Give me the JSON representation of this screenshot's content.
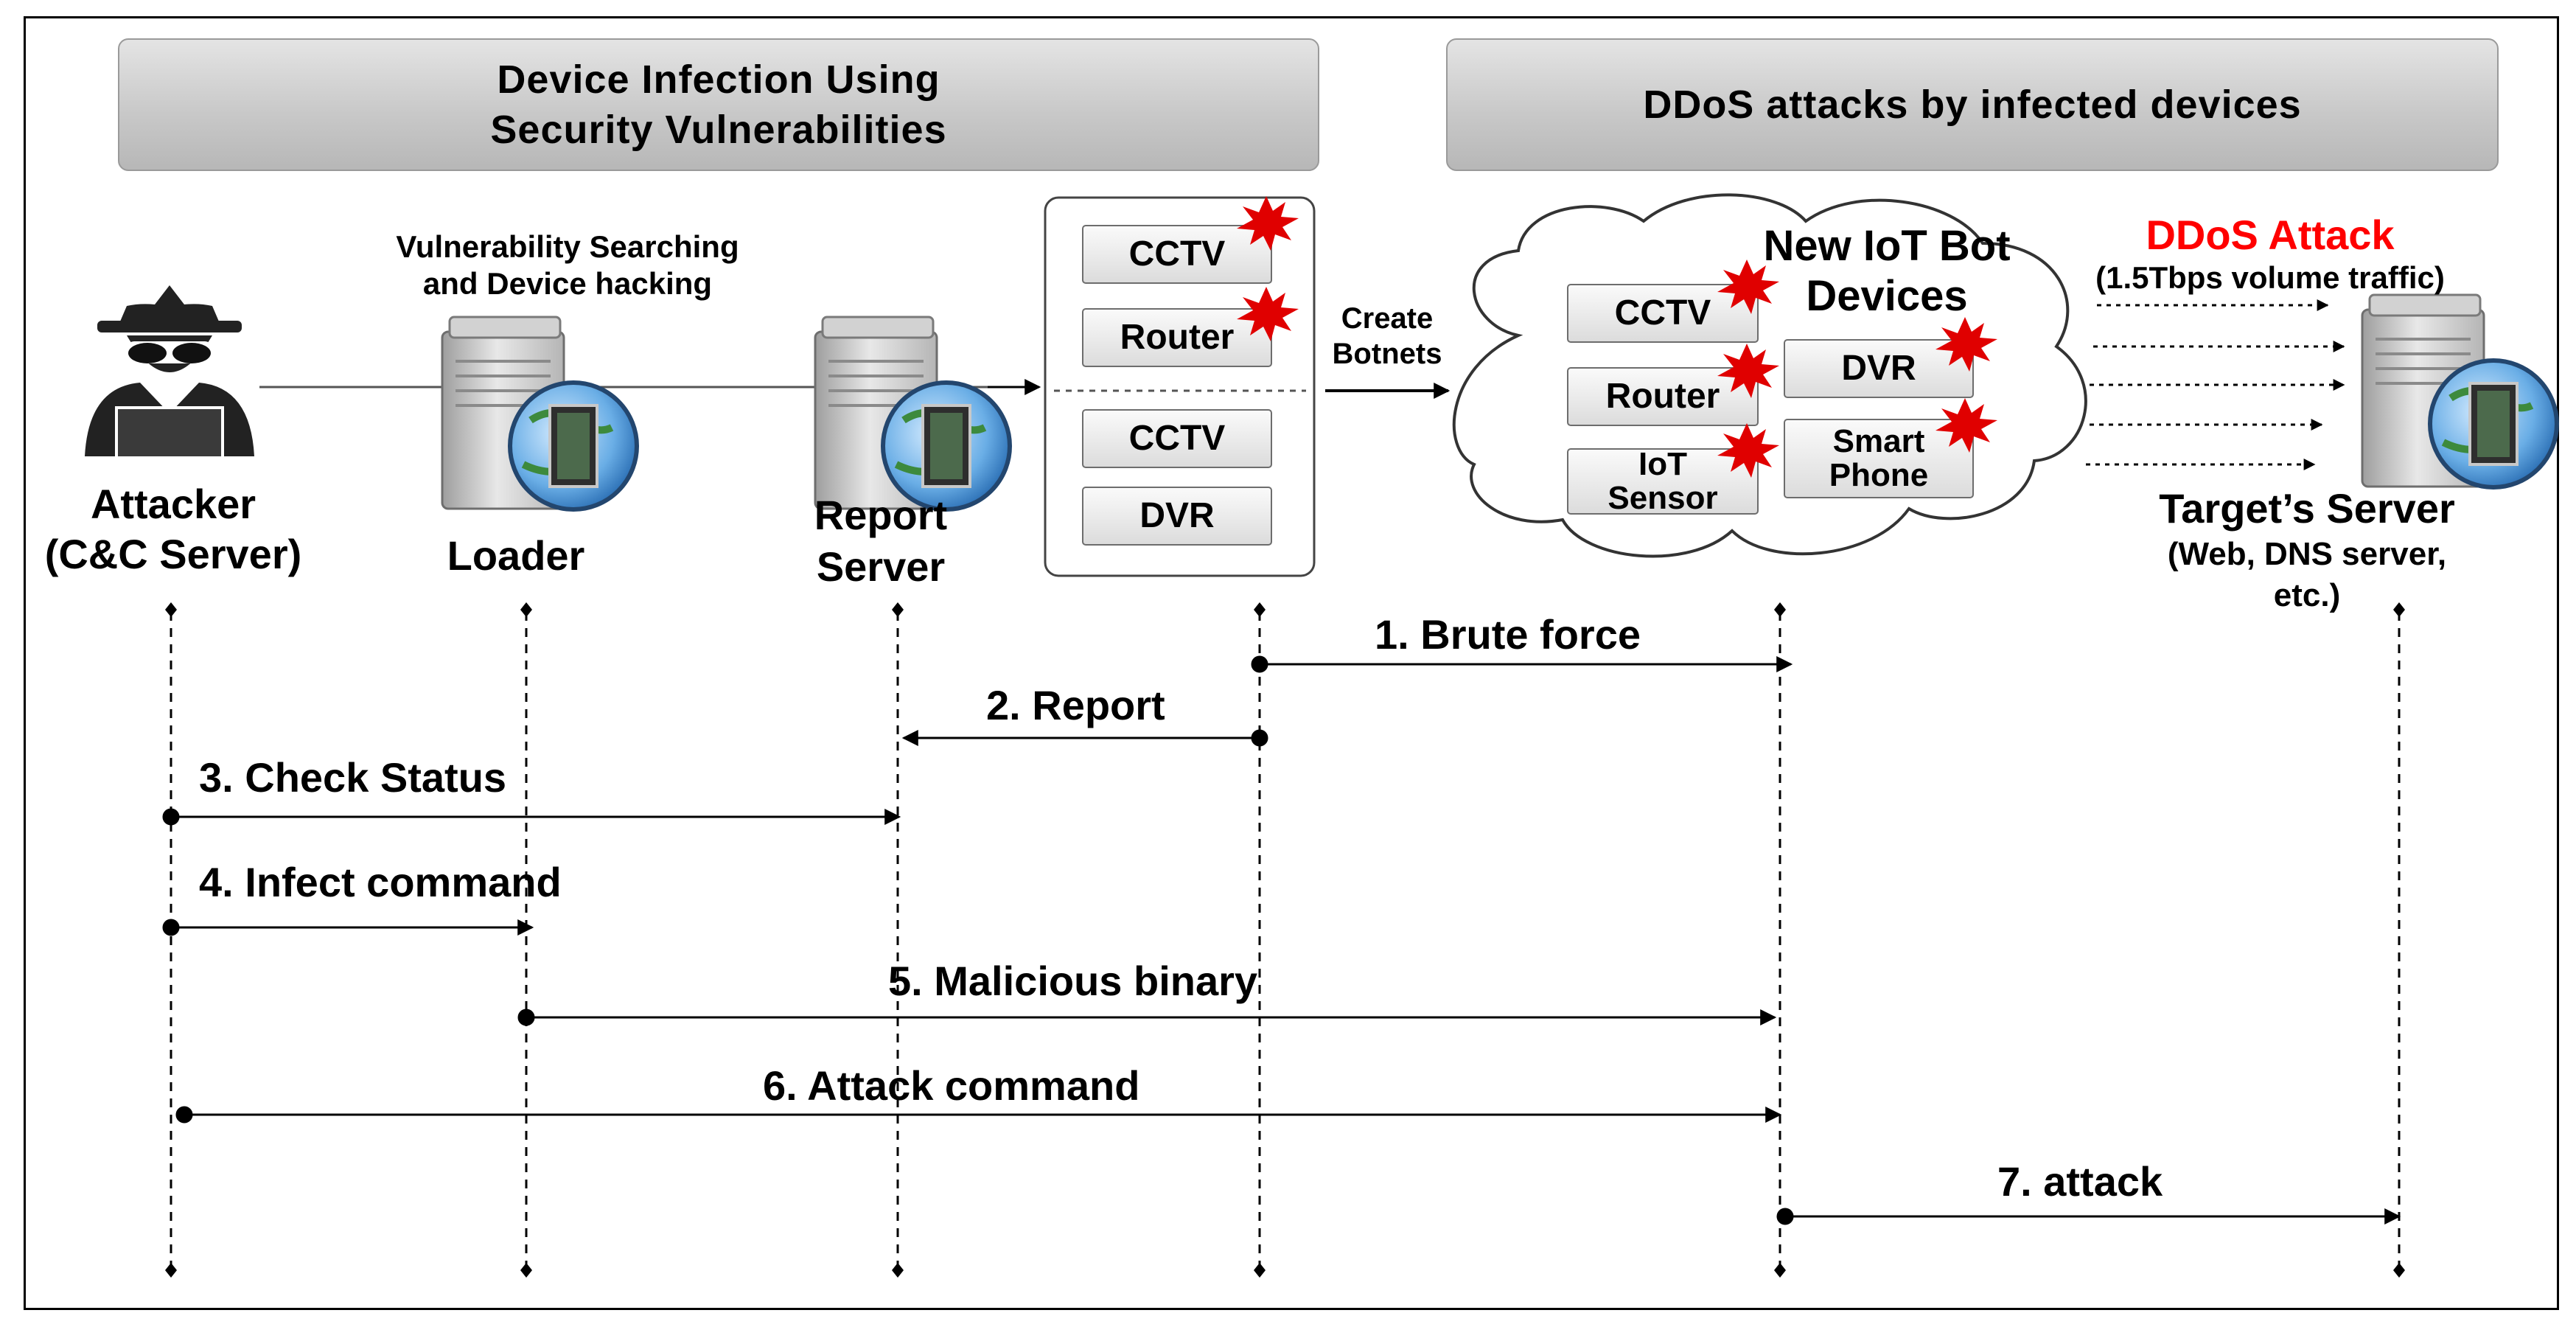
{
  "header": {
    "left_banner_line1": "Device Infection Using",
    "left_banner_line2": "Security Vulnerabilities",
    "right_banner": "DDoS attacks by infected devices"
  },
  "actors": {
    "attacker_line1": "Attacker",
    "attacker_line2": "(C&C Server)",
    "loader": "Loader",
    "loader_caption_line1": "Vulnerability Searching",
    "loader_caption_line2": "and Device hacking",
    "report_line1": "Report",
    "report_line2": "Server",
    "target_line1": "Target’s Server",
    "target_line2": "(Web, DNS server,",
    "target_line3": "etc.)"
  },
  "devices_panel": {
    "infected": [
      "CCTV",
      "Router"
    ],
    "clean": [
      "CCTV",
      "DVR"
    ]
  },
  "create_botnets": {
    "line1": "Create",
    "line2": "Botnets"
  },
  "cloud": {
    "title_line1": "New IoT Bot",
    "title_line2": "Devices",
    "devices": [
      "CCTV",
      "Router",
      "IoT Sensor",
      "DVR",
      "Smart Phone"
    ],
    "device_lines": {
      "iot_line1": "IoT",
      "iot_line2": "Sensor",
      "phone_line1": "Smart",
      "phone_line2": "Phone"
    }
  },
  "ddos": {
    "title": "DDoS Attack",
    "subtitle": "(1.5Tbps volume traffic)",
    "title_color": "#ff0000"
  },
  "messages": [
    "1. Brute force",
    "2. Report",
    "3. Check Status",
    "4. Infect command",
    "5. Malicious binary",
    "6. Attack command",
    "7. attack"
  ],
  "colors": {
    "infection_burst": "#e00000",
    "banner": "#cfcfcf"
  },
  "icons": {
    "attacker": "hacker-icon",
    "server": "server-icon",
    "infection": "burst-icon"
  }
}
